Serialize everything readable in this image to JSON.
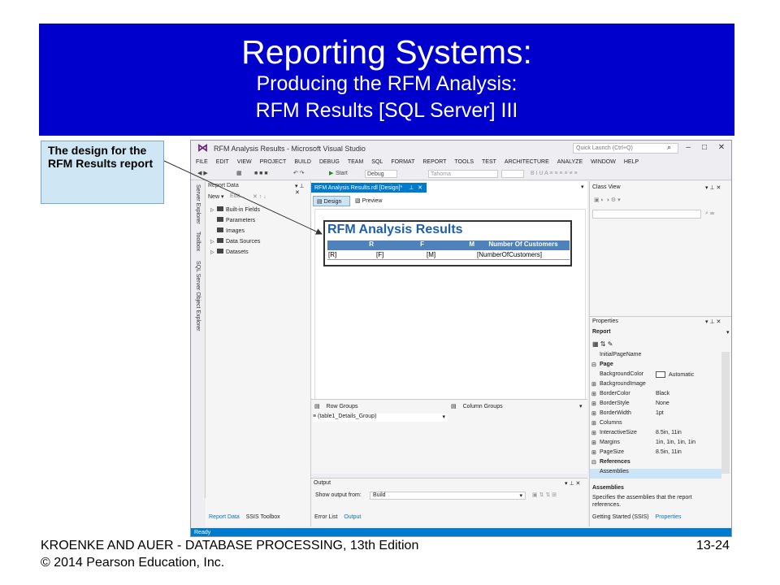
{
  "slide": {
    "title": "Reporting Systems:",
    "subtitle1": "Producing the RFM Analysis:",
    "subtitle2": "RFM Results [SQL Server] III",
    "callout": "The  design for the RFM Results report",
    "footer_line1": "KROENKE AND AUER - DATABASE PROCESSING, 13th Edition",
    "footer_line2": "© 2014 Pearson Education, Inc.",
    "page_number": "13-24"
  },
  "vs": {
    "window_title": "RFM Analysis Results - Microsoft Visual Studio",
    "quick_launch_placeholder": "Quick Launch (Ctrl+Q)",
    "menu": [
      "FILE",
      "EDIT",
      "VIEW",
      "PROJECT",
      "BUILD",
      "DEBUG",
      "TEAM",
      "SQL",
      "FORMAT",
      "REPORT",
      "TOOLS",
      "TEST",
      "ARCHITECTURE",
      "ANALYZE",
      "WINDOW",
      "HELP"
    ],
    "toolbar": {
      "start": "Start",
      "config": "Debug",
      "font": "Tahoma"
    },
    "side_tabs": [
      "Server Explorer",
      "Toolbox",
      "SQL Server Object Explorer"
    ],
    "report_data": {
      "title": "Report Data",
      "new_label": "New",
      "edit_label": "Edit...",
      "items": [
        {
          "label": "Built-in Fields",
          "expandable": true
        },
        {
          "label": "Parameters",
          "expandable": false
        },
        {
          "label": "Images",
          "expandable": false
        },
        {
          "label": "Data Sources",
          "expandable": true
        },
        {
          "label": "Datasets",
          "expandable": true
        }
      ]
    },
    "document": {
      "tab_label": "RFM Analysis Results.rdl [Design]*",
      "design_tab": "Design",
      "preview_tab": "Preview",
      "report_title": "RFM Analysis Results",
      "columns": [
        "R",
        "F",
        "M",
        "Number Of Customers"
      ],
      "fields": [
        "[R]",
        "[F]",
        "[M]",
        "[NumberOfCustomers]"
      ]
    },
    "groups": {
      "row_groups": "Row Groups",
      "column_groups": "Column Groups",
      "row_group_item": "≡ (table1_Details_Group)"
    },
    "output": {
      "title": "Output",
      "show_from_label": "Show output from:",
      "show_from_value": "Build"
    },
    "class_view": {
      "title": "Class View"
    },
    "properties": {
      "title": "Properties",
      "object": "Report",
      "rows": [
        {
          "name": "InitialPageName",
          "value": "",
          "type": "prop",
          "expander": ""
        },
        {
          "name": "Page",
          "value": "",
          "type": "cat",
          "expander": "⊟"
        },
        {
          "name": "BackgroundColor",
          "value": "Automatic",
          "type": "prop",
          "expander": ""
        },
        {
          "name": "BackgroundImage",
          "value": "",
          "type": "prop",
          "expander": "⊞"
        },
        {
          "name": "BorderColor",
          "value": "Black",
          "type": "prop",
          "expander": "⊞"
        },
        {
          "name": "BorderStyle",
          "value": "None",
          "type": "prop",
          "expander": "⊞"
        },
        {
          "name": "BorderWidth",
          "value": "1pt",
          "type": "prop",
          "expander": "⊞"
        },
        {
          "name": "Columns",
          "value": "",
          "type": "prop",
          "expander": "⊞"
        },
        {
          "name": "InteractiveSize",
          "value": "8.5in, 11in",
          "type": "prop",
          "expander": "⊞"
        },
        {
          "name": "Margins",
          "value": "1in, 1in, 1in, 1in",
          "type": "prop",
          "expander": "⊞"
        },
        {
          "name": "PageSize",
          "value": "8.5in, 11in",
          "type": "prop",
          "expander": "⊞"
        },
        {
          "name": "References",
          "value": "",
          "type": "cat",
          "expander": "⊟"
        },
        {
          "name": "Assemblies",
          "value": "",
          "type": "prop",
          "expander": ""
        }
      ],
      "desc_title": "Assemblies",
      "desc_text": "Specifies the assemblies that the report references."
    },
    "bottom_tabs": {
      "left": [
        "Report Data",
        "SSIS Toolbox"
      ],
      "center": [
        "Error List",
        "Output"
      ],
      "right": [
        "Getting Started (SSIS)",
        "Properties"
      ]
    },
    "status": "Ready"
  }
}
